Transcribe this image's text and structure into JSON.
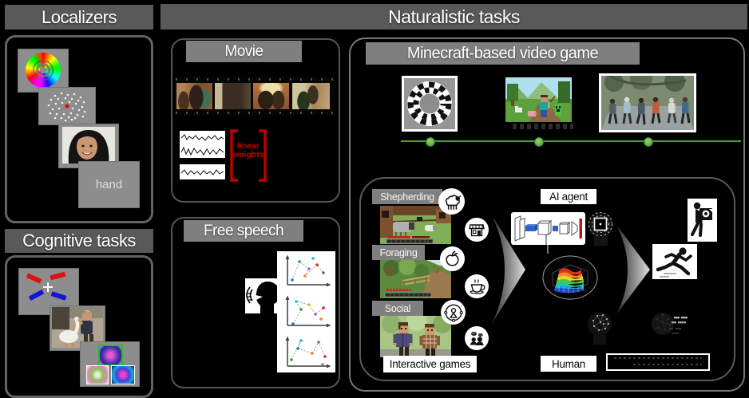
{
  "localizers": {
    "title": "Localizers",
    "word_card_text": "hand",
    "stimuli": [
      "retinotopy-wheel",
      "random-dot-motion",
      "face-photo",
      "word-card"
    ]
  },
  "cognitive": {
    "title": "Cognitive tasks",
    "stimuli": [
      "oriented-bars-fixation",
      "natural-scene",
      "fractal-match-to-sample"
    ]
  },
  "naturalistic": {
    "title": "Naturalistic tasks"
  },
  "movie": {
    "title": "Movie",
    "linear_weights_line1": "linear",
    "linear_weights_line2": "weights"
  },
  "free_speech": {
    "title": "Free speech"
  },
  "minecraft": {
    "title": "Minecraft-based video game",
    "conditions": [
      {
        "label": "Shepherding",
        "icon": "sheep-icon"
      },
      {
        "label": "Foraging",
        "icon": "apple-icon"
      },
      {
        "label": "Social",
        "icon": "person-orbit-icon"
      }
    ],
    "reward_icons": [
      "store-icon",
      "coffee-cup-icon",
      "people-chat-icon"
    ],
    "interactive_games_label": "Interactive games",
    "ai_agent_label": "AI agent",
    "human_label": "Human",
    "agent_icons": [
      "cnn-network-icon",
      "chip-head-icon"
    ],
    "human_icons": [
      "value-surface-plot",
      "brain-network-head-icon"
    ],
    "outcome_icons": [
      "box-carrier-icon",
      "runner-icon"
    ]
  },
  "colors": {
    "header_dark": "#595959",
    "header_mid": "#7f7f7f",
    "bracket_red": "#c00000",
    "timeline_green": "#41a336",
    "timeline_dot_green": "#76c043"
  }
}
